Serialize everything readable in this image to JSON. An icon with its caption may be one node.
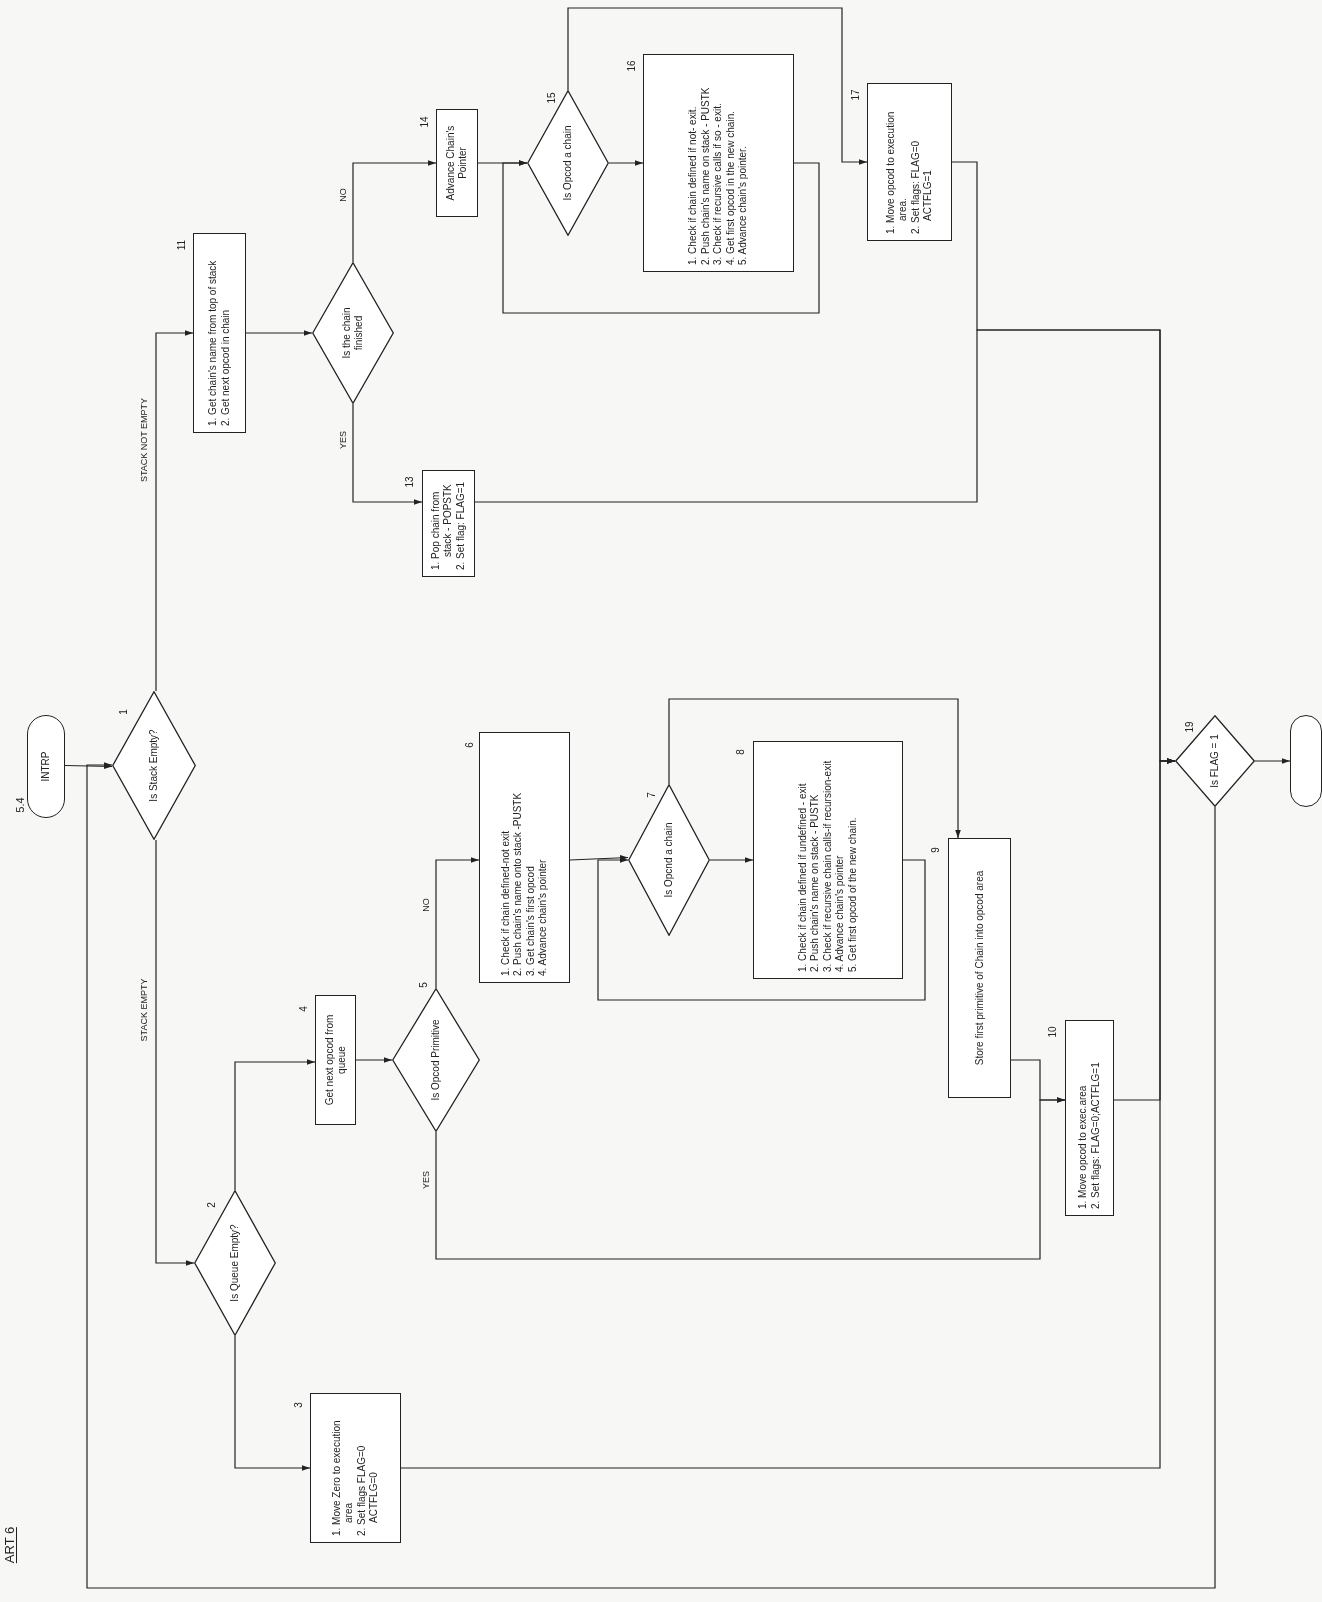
{
  "diagram": {
    "nodes": [
      {
        "text": [
          "INTRP"
        ]
      },
      {
        "text": [
          "Is Stack Empty?"
        ],
        "beside": [
          "1"
        ]
      },
      {
        "text": [
          "Is Queue Empty?"
        ],
        "beside": [
          "2"
        ]
      },
      {
        "text": [
          "1. Move Zero to execution area",
          "2. Set flags FLAG=0 ACTFLG=0"
        ],
        "beside": [
          "3"
        ]
      },
      {
        "text": [
          "Get next opcod from queue"
        ],
        "beside": [
          "4"
        ]
      },
      {
        "text": [
          "Is Opcod Primitive"
        ],
        "beside": [
          "5"
        ]
      },
      {
        "text": [
          "1. Check if chain defined-not exit",
          "2. Push chain's name onto stack -PUSTK",
          "3. Get chain's first opcod",
          "4. Advance chain's pointer"
        ],
        "beside": [
          "6"
        ]
      },
      {
        "text": [
          "Is Opcnd a chain"
        ],
        "beside": [
          "7"
        ]
      },
      {
        "text": [
          "1. Check if chain defined if undefined - exit",
          "2. Push chain's name on stack - PUSTK",
          "3. Check if recursive chain calls-if recursion-exit",
          "4. Advance chain's pointer",
          "5. Get first opcod of the new chain."
        ],
        "beside": [
          "8"
        ]
      },
      {
        "text": [
          "Store first primitive of Chain into opcod area"
        ],
        "beside": [
          "9"
        ]
      },
      {
        "text": [
          "1. Move opcod to exec.area",
          "2. Set flags: FLAG=0;ACTFLG=1"
        ],
        "beside": [
          "10"
        ]
      },
      {
        "text": [
          "1. Get chain's name from top of stack",
          "2. Get next opcod in chain"
        ],
        "beside": [
          "11"
        ]
      },
      {
        "text": [
          "Is the chain finished"
        ]
      },
      {
        "text": [
          "1. Pop chain from stack - POPSTK",
          "2. Set flag: FLAG=1"
        ],
        "beside": [
          "13"
        ]
      },
      {
        "text": [
          "Advance Chain's Pointer"
        ],
        "beside": [
          "14"
        ]
      },
      {
        "text": [
          "Is Opcod a chain"
        ],
        "beside": [
          "15"
        ]
      },
      {
        "text": [
          "1. Check if chain defined if not- exit.",
          "2. Push chain's name on stack - PUSTK",
          "3. Check if recursive calls if so - exit.",
          "4. Get first opcod in the new chain.",
          "5. Advance chain's pointer."
        ],
        "beside": [
          "16"
        ]
      },
      {
        "text": [
          "1. Move opcod to execution area.",
          "2. Set flags: FLAG=0 ACTFLG=1"
        ],
        "beside": [
          "17"
        ]
      },
      {
        "text": [
          "Is FLAG = 1"
        ],
        "beside": [
          "19"
        ]
      },
      {
        "text": [],
        "shape": "terminal"
      }
    ],
    "edges": [
      {
        "from": 0,
        "to": 1,
        "arrow": "to"
      },
      {
        "from": 1,
        "to": 11,
        "arrow": "to",
        "label": "STACK NOT EMPTY"
      },
      {
        "from": 1,
        "to": 2,
        "arrow": "to",
        "label": "STACK EMPTY"
      },
      {
        "from": 2,
        "to": 4,
        "arrow": "to"
      },
      {
        "from": 2,
        "to": 3,
        "arrow": "to"
      },
      {
        "from": 4,
        "to": 5,
        "arrow": "to"
      },
      {
        "from": 5,
        "to": 6,
        "arrow": "to",
        "label": "NO"
      },
      {
        "from": 5,
        "to": 10,
        "arrow": "to",
        "label": "YES"
      },
      {
        "from": 6,
        "to": 7,
        "arrow": "to"
      },
      {
        "from": 7,
        "to": 8,
        "arrow": "to"
      },
      {
        "from": 8,
        "to": 7,
        "arrow": "to"
      },
      {
        "from": 7,
        "to": 9,
        "arrow": "to"
      },
      {
        "from": 9,
        "to": 10,
        "arrow": "to"
      },
      {
        "from": 10,
        "to": 18,
        "arrow": "to"
      },
      {
        "from": 3,
        "to": 18,
        "arrow": "to"
      },
      {
        "from": 13,
        "to": 18,
        "arrow": "to"
      },
      {
        "from": 17,
        "to": 18,
        "arrow": "to"
      },
      {
        "from": 18,
        "to": 1,
        "arrow": "to"
      },
      {
        "from": 18,
        "to": 19,
        "arrow": "to"
      },
      {
        "from": 11,
        "to": 12,
        "arrow": "to"
      },
      {
        "from": 12,
        "to": 14,
        "arrow": "to",
        "label": "NO"
      },
      {
        "from": 12,
        "to": 13,
        "arrow": "to",
        "label": "YES"
      },
      {
        "from": 14,
        "to": 15,
        "arrow": "to"
      },
      {
        "from": 15,
        "to": 16,
        "arrow": "to"
      },
      {
        "from": 16,
        "to": 15,
        "arrow": "to"
      },
      {
        "from": 15,
        "to": 17,
        "arrow": "to"
      }
    ],
    "labels": [
      "5.4",
      "ART 6"
    ]
  }
}
